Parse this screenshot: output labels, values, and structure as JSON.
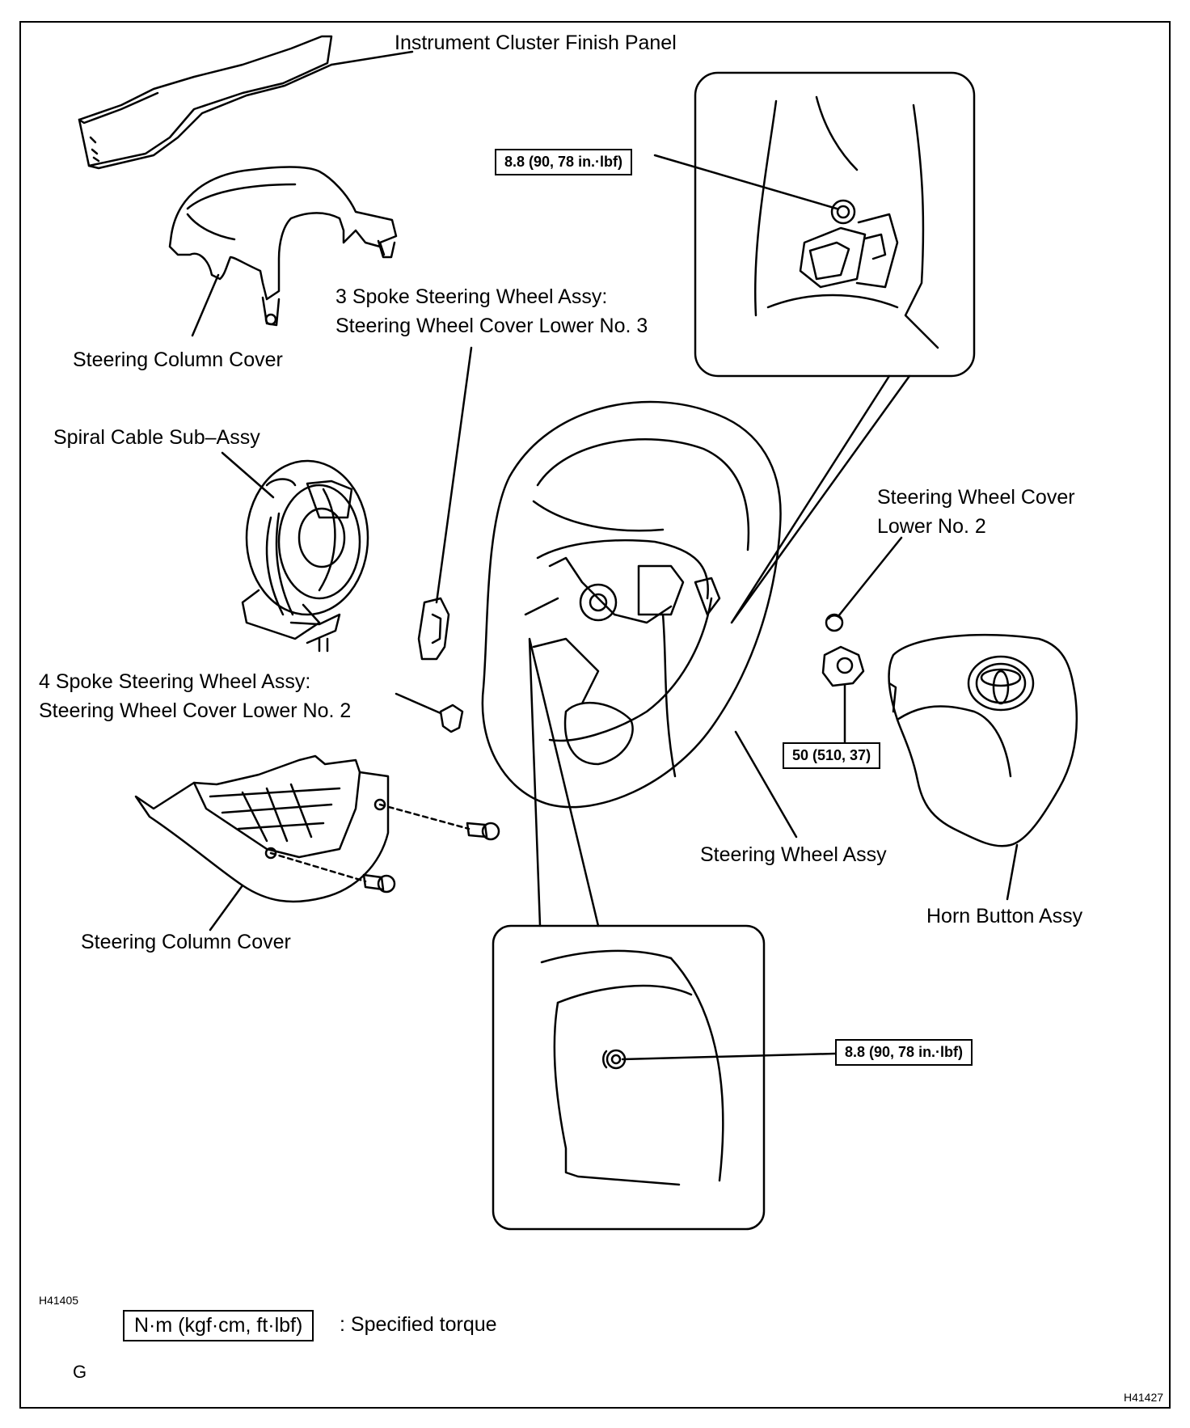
{
  "labels": {
    "instrument_cluster_finish_panel": "Instrument Cluster Finish Panel",
    "steering_column_cover_upper": "Steering Column Cover",
    "three_spoke_line1": "3 Spoke Steering Wheel Assy:",
    "three_spoke_line2": "Steering Wheel Cover Lower No. 3",
    "spiral_cable": "Spiral Cable Sub–Assy",
    "swc_lower_no2_line1": "Steering Wheel Cover",
    "swc_lower_no2_line2": "Lower No. 2",
    "four_spoke_line1": "4 Spoke Steering Wheel Assy:",
    "four_spoke_line2": "Steering Wheel Cover Lower No. 2",
    "steering_wheel_assy": "Steering Wheel Assy",
    "horn_button_assy": "Horn Button Assy",
    "steering_column_cover_lower": "Steering Column Cover"
  },
  "torques": {
    "upper_inset": "8.8 (90, 78 in.·lbf)",
    "nut": "50 (510, 37)",
    "lower_inset": "8.8 (90, 78 in.·lbf)"
  },
  "codes": {
    "left": "H41405",
    "right": "H41427",
    "letter": "G"
  },
  "legend": {
    "unit": "N·m (kgf·cm, ft·lbf)",
    "text": ": Specified torque"
  }
}
